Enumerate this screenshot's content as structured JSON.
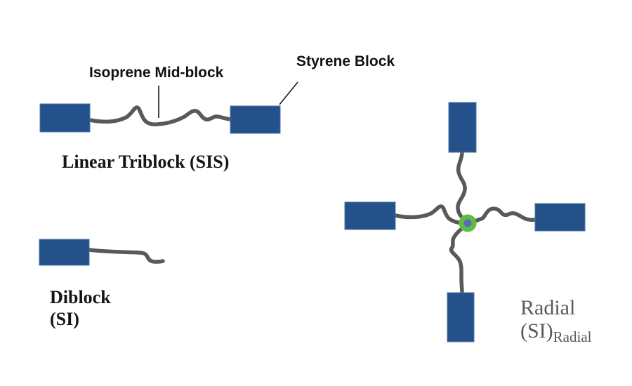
{
  "page": {
    "background": "#ffffff"
  },
  "colors": {
    "block_blue": "#24518a",
    "block_border": "#4a78ab",
    "chain_gray": "#595959",
    "pointer_black": "#1a1a1a",
    "junction_green": "#5cbe3e",
    "junction_core": "#5b68c0",
    "radial_text_gray": "#595959"
  },
  "annotations": {
    "isoprene_label": "Isoprene Mid-block",
    "styrene_label": "Styrene Block"
  },
  "structures": {
    "linear_triblock": {
      "title": "Linear Triblock (SIS)"
    },
    "diblock": {
      "name": "Diblock",
      "formula": "(SI)"
    },
    "radial": {
      "name": "Radial",
      "formula_base": "(SI)",
      "formula_subscript": "Radial"
    }
  }
}
